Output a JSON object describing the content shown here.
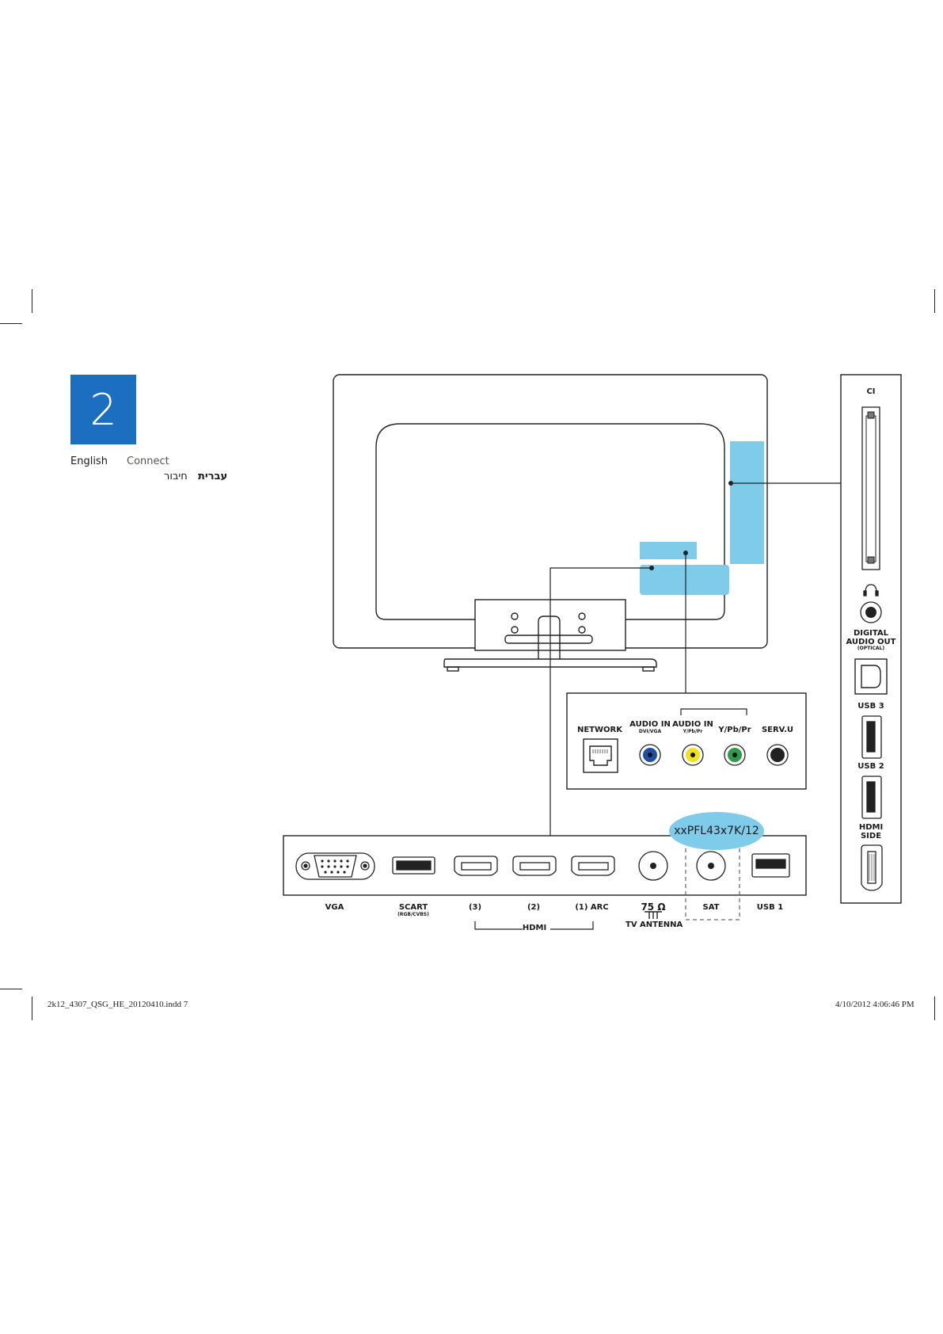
{
  "section": {
    "number": "2",
    "english_label": "English",
    "english_title": "Connect",
    "hebrew_label": "עברית",
    "hebrew_title": "חיבור"
  },
  "model_tag": "xxPFL43x7K/12",
  "side_panel": {
    "ci": "CI",
    "digital_audio_line1": "DIGITAL",
    "digital_audio_line2": "AUDIO OUT",
    "digital_audio_sub": "(OPTICAL)",
    "usb3": "USB 3",
    "usb2": "USB 2",
    "hdmi_side_line1": "HDMI",
    "hdmi_side_line2": "SIDE"
  },
  "middle_panel": {
    "network": "NETWORK",
    "audio_in_1": "AUDIO IN",
    "audio_in_1_sub": "DVI/VGA",
    "audio_in_2": "AUDIO IN",
    "audio_in_2_sub": "Y/Pb/Pr",
    "ypbpr": "Y/Pb/Pr",
    "servu": "SERV.U"
  },
  "bottom_panel": {
    "vga": "VGA",
    "scart": "SCART",
    "scart_sub": "(RGB/CVBS)",
    "hdmi3": "(3)",
    "hdmi2": "(2)",
    "hdmi1": "(1) ARC",
    "hdmi_group": "HDMI",
    "ohm": "75 Ω",
    "tv_antenna": "TV ANTENNA",
    "sat": "SAT",
    "usb1": "USB 1"
  },
  "footer": {
    "file": "2k12_4307_QSG_HE_20120410.indd   7",
    "timestamp": "4/10/2012   4:06:46 PM"
  },
  "colors": {
    "step_box": "#1c6fc0",
    "highlight": "#7ecbea",
    "jack_blue": "#1f4fa0",
    "jack_yellow": "#f2e21a",
    "jack_green": "#2e9a4a",
    "jack_black": "#222222"
  }
}
